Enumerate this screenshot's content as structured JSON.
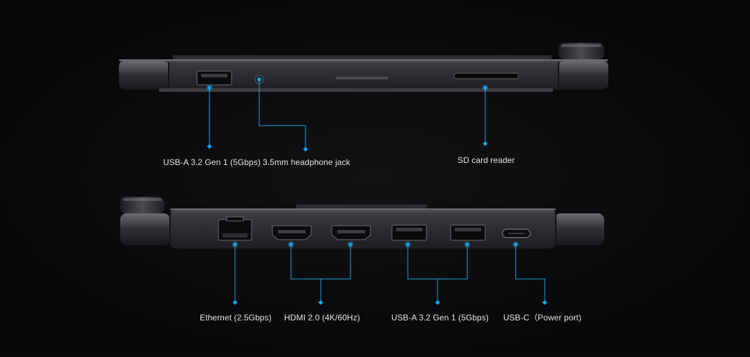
{
  "colors": {
    "background": "#0a0a0b",
    "device_body": "#2a2b2e",
    "device_edge": "#55575c",
    "port": "#0c0c0e",
    "callout": "#1aa3e6",
    "label": "#e6e6e6"
  },
  "top_view": {
    "labels": {
      "usb_a": "USB-A 3.2 Gen 1 (5Gbps)",
      "headphone": "3.5mm headphone jack",
      "sd_card": "SD card reader"
    }
  },
  "bottom_view": {
    "labels": {
      "ethernet": "Ethernet (2.5Gbps)",
      "hdmi": "HDMI 2.0 (4K/60Hz)",
      "usb_a": "USB-A 3.2 Gen 1 (5Gbps)",
      "usb_c": "USB-C（Power port)"
    }
  },
  "icons": {
    "port_markers": "dot-icon",
    "callout_ends": "diamond-icon"
  }
}
